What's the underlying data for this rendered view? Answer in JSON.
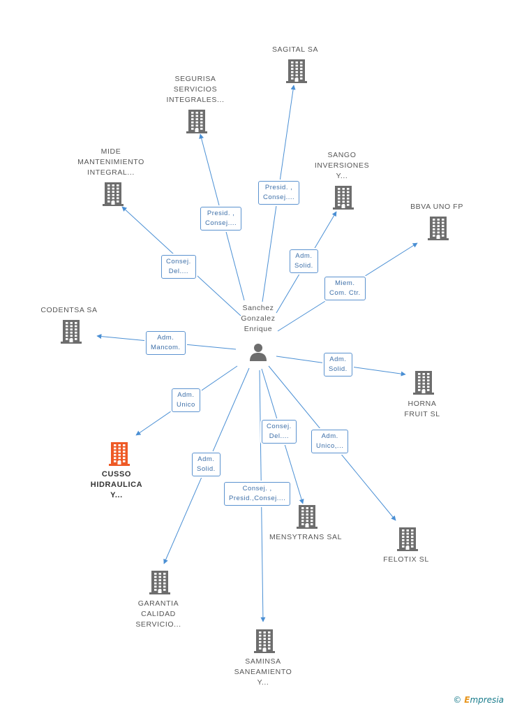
{
  "center": {
    "label": "Sanchez\nGonzalez\nEnrique"
  },
  "colors": {
    "edge": "#4a8fd4",
    "node": "#6d6d6d",
    "highlight": "#ee5a26"
  },
  "nodes": [
    {
      "id": "sagital",
      "label": "SAGITAL SA"
    },
    {
      "id": "segurisa",
      "label": "SEGURISA\nSERVICIOS\nINTEGRALES..."
    },
    {
      "id": "mide",
      "label": "MIDE\nMANTENIMIENTO\nINTEGRAL..."
    },
    {
      "id": "sango",
      "label": "SANGO\nINVERSIONES\nY..."
    },
    {
      "id": "bbva",
      "label": "BBVA UNO FP"
    },
    {
      "id": "codentsa",
      "label": "CODENTSA SA"
    },
    {
      "id": "horna",
      "label": "HORNA\nFRUIT  SL"
    },
    {
      "id": "cusso",
      "label": "CUSSO\nHIDRAULICA\nY...",
      "highlight": true
    },
    {
      "id": "mensytrans",
      "label": "MENSYTRANS SAL"
    },
    {
      "id": "felotix",
      "label": "FELOTIX SL"
    },
    {
      "id": "garantia",
      "label": "GARANTIA\nCALIDAD\nSERVICIO..."
    },
    {
      "id": "saminsa",
      "label": "SAMINSA\nSANEAMIENTO\nY..."
    }
  ],
  "relations": [
    {
      "target": "sagital",
      "label": "Presid. ,\nConsej...."
    },
    {
      "target": "segurisa",
      "label": "Presid. ,\nConsej...."
    },
    {
      "target": "mide",
      "label": "Consej.\nDel...."
    },
    {
      "target": "sango",
      "label": "Adm.\nSolid."
    },
    {
      "target": "bbva",
      "label": "Miem.\nCom. Ctr."
    },
    {
      "target": "codentsa",
      "label": "Adm.\nMancom."
    },
    {
      "target": "horna",
      "label": "Adm.\nSolid."
    },
    {
      "target": "cusso",
      "label": "Adm.\nUnico"
    },
    {
      "target": "mensytrans",
      "label": "Consej.\nDel...."
    },
    {
      "target": "felotix",
      "label": "Adm.\nUnico,..."
    },
    {
      "target": "garantia",
      "label": "Adm.\nSolid."
    },
    {
      "target": "saminsa",
      "label": "Consej. ,\nPresid.,Consej...."
    }
  ],
  "brand": {
    "copyright": "©",
    "name_first": "E",
    "name_rest": "mpresia"
  }
}
